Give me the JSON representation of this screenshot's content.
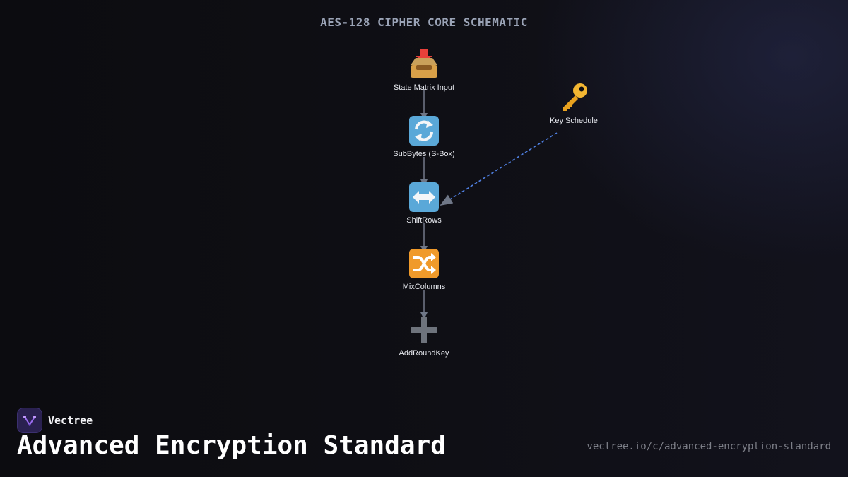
{
  "diagram": {
    "title": "AES-128 CIPHER CORE SCHEMATIC",
    "nodes": [
      {
        "id": "input",
        "label": "State Matrix Input",
        "icon": "inbox-tray-icon"
      },
      {
        "id": "subbytes",
        "label": "SubBytes (S-Box)",
        "icon": "rotating-arrows-icon"
      },
      {
        "id": "shiftrows",
        "label": "ShiftRows",
        "icon": "left-right-arrow-icon"
      },
      {
        "id": "mixcolumns",
        "label": "MixColumns",
        "icon": "shuffle-icon"
      },
      {
        "id": "addroundkey",
        "label": "AddRoundKey",
        "icon": "plus-icon"
      },
      {
        "id": "keyschedule",
        "label": "Key Schedule",
        "icon": "key-icon"
      }
    ],
    "edges": [
      {
        "from": "input",
        "to": "subbytes",
        "style": "solid"
      },
      {
        "from": "subbytes",
        "to": "shiftrows",
        "style": "solid"
      },
      {
        "from": "shiftrows",
        "to": "mixcolumns",
        "style": "solid"
      },
      {
        "from": "mixcolumns",
        "to": "addroundkey",
        "style": "solid"
      },
      {
        "from": "keyschedule",
        "to": "shiftrows",
        "style": "dashed"
      }
    ],
    "colors": {
      "edge_solid": "#8d94a6",
      "edge_dashed": "#4f7fe0",
      "arrowhead": "#6f7787"
    }
  },
  "branding": {
    "name": "Vectree",
    "page_title": "Advanced Encryption Standard",
    "url": "vectree.io/c/advanced-encryption-standard",
    "logo_color": "#2a2150"
  }
}
